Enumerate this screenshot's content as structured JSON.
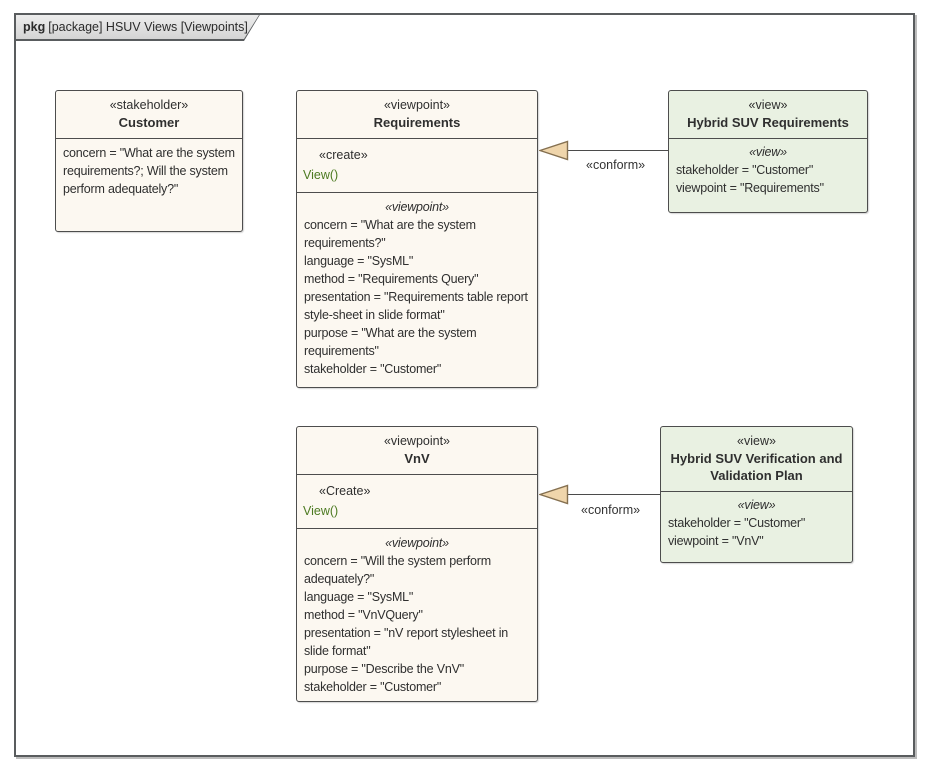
{
  "frame": {
    "keyword": "pkg",
    "title": "[package] HSUV Views [Viewpoints]"
  },
  "colors": {
    "node_fill": "#fcf8f1",
    "view_node_fill": "#e9f1e2",
    "node_border": "#4d4d4d",
    "frame_border": "#595c5e",
    "tab_fill": "#d9d9d9",
    "operation_text": "#4c7a21",
    "arrowhead_fill": "#efd5ab",
    "arrowhead_stroke": "#857050",
    "text": "#2f2f2f"
  },
  "nodes": {
    "customer": {
      "stereotype": "«stakeholder»",
      "name": "Customer",
      "attributes": [
        "concern = \"What are the system requirements?; Will the system perform adequately?\""
      ]
    },
    "requirements": {
      "stereotype": "«viewpoint»",
      "name": "Requirements",
      "op_stereotype": "«create»",
      "operation": "View()",
      "attr_stereotype": "«viewpoint»",
      "attributes": [
        "concern = \"What are the system requirements?\"",
        "language = \"SysML\"",
        "method = \"Requirements Query\"",
        "presentation = \"Requirements table report style-sheet in slide format\"",
        "purpose = \"What are the system requirements\"",
        "stakeholder = \"Customer\""
      ]
    },
    "vnv": {
      "stereotype": "«viewpoint»",
      "name": "VnV",
      "op_stereotype": "«Create»",
      "operation": "View()",
      "attr_stereotype": "«viewpoint»",
      "attributes": [
        "concern = \"Will the system perform adequately?\"",
        "language = \"SysML\"",
        "method = \"VnVQuery\"",
        "presentation = \"nV report stylesheet in slide format\"",
        "purpose = \"Describe the VnV\"",
        "stakeholder = \"Customer\""
      ]
    },
    "view_requirements": {
      "stereotype": "«view»",
      "name": "Hybrid SUV Requirements",
      "attr_stereotype": "«view»",
      "attributes": [
        "stakeholder = \"Customer\"",
        "viewpoint = \"Requirements\""
      ]
    },
    "view_vnv": {
      "stereotype": "«view»",
      "name": "Hybrid SUV Verification and Validation Plan",
      "attr_stereotype": "«view»",
      "attributes": [
        "stakeholder = \"Customer\"",
        "viewpoint = \"VnV\""
      ]
    }
  },
  "connectors": {
    "conform_requirements": {
      "label": "«conform»"
    },
    "conform_vnv": {
      "label": "«conform»"
    }
  }
}
